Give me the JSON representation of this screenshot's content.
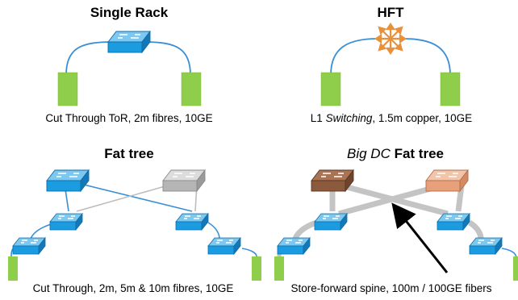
{
  "panels": {
    "single_rack": {
      "title": "Single Rack",
      "caption": "Cut Through ToR, 2m fibres, 10GE"
    },
    "hft": {
      "title": "HFT",
      "caption_pre": "L1 ",
      "caption_italic": "Switching",
      "caption_post": ", 1.5m copper, 10GE"
    },
    "fat_tree": {
      "title": "Fat tree",
      "caption": "Cut Through, 2m, 5m & 10m fibres, 10GE"
    },
    "big_dc": {
      "title_italic": "Big DC",
      "title_post": " Fat tree",
      "caption": "Store-forward spine, 100m / 100GE fibers"
    }
  },
  "colors": {
    "switch_blue": "#1b9be0",
    "switch_grey": "#b5b5b5",
    "switch_brown": "#8b5a3c",
    "switch_peach": "#e8a07a",
    "server_green": "#8fce4a",
    "link_blue": "#3a8fd4",
    "link_grey": "#bdbdbd",
    "thick_link": "#c4c4c4",
    "hft_orange": "#e8913a",
    "arrow": "#000000"
  }
}
